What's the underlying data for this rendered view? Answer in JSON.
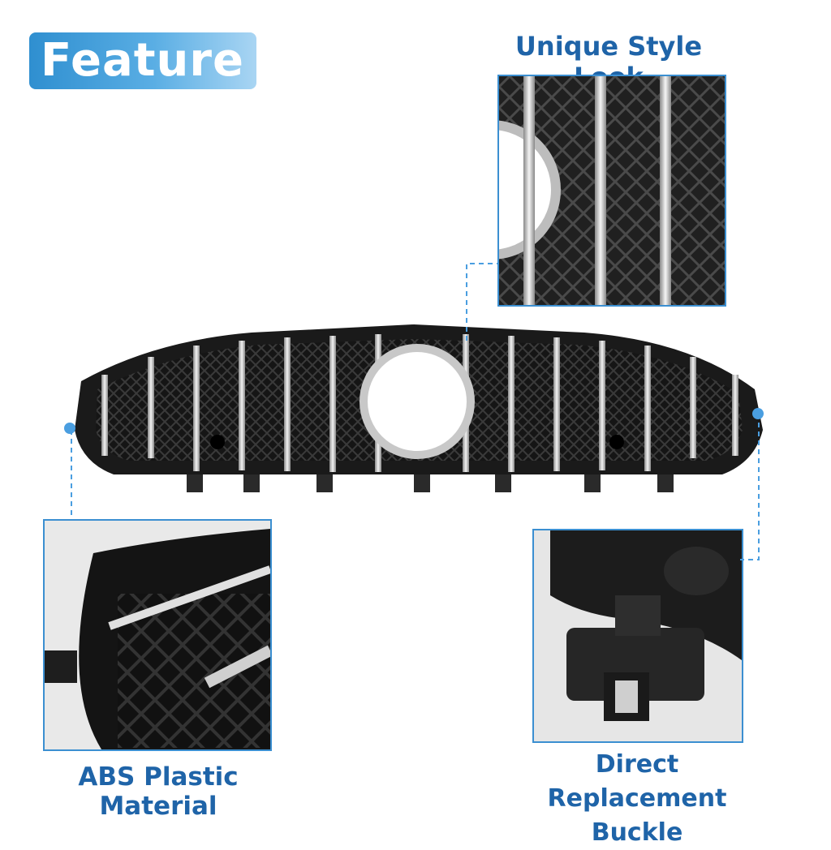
{
  "badge": {
    "label": "Feature"
  },
  "callouts": {
    "style": {
      "label": "Unique Style Look"
    },
    "material": {
      "label": "ABS Plastic Material"
    },
    "buckle": {
      "line1": "Direct Replacement",
      "line2": "Buckle"
    }
  },
  "colors": {
    "accent": "#3b8fd1",
    "caption": "#1f64a8",
    "grille_frame": "#1a1a1a",
    "chrome": "#d9d9d9"
  }
}
